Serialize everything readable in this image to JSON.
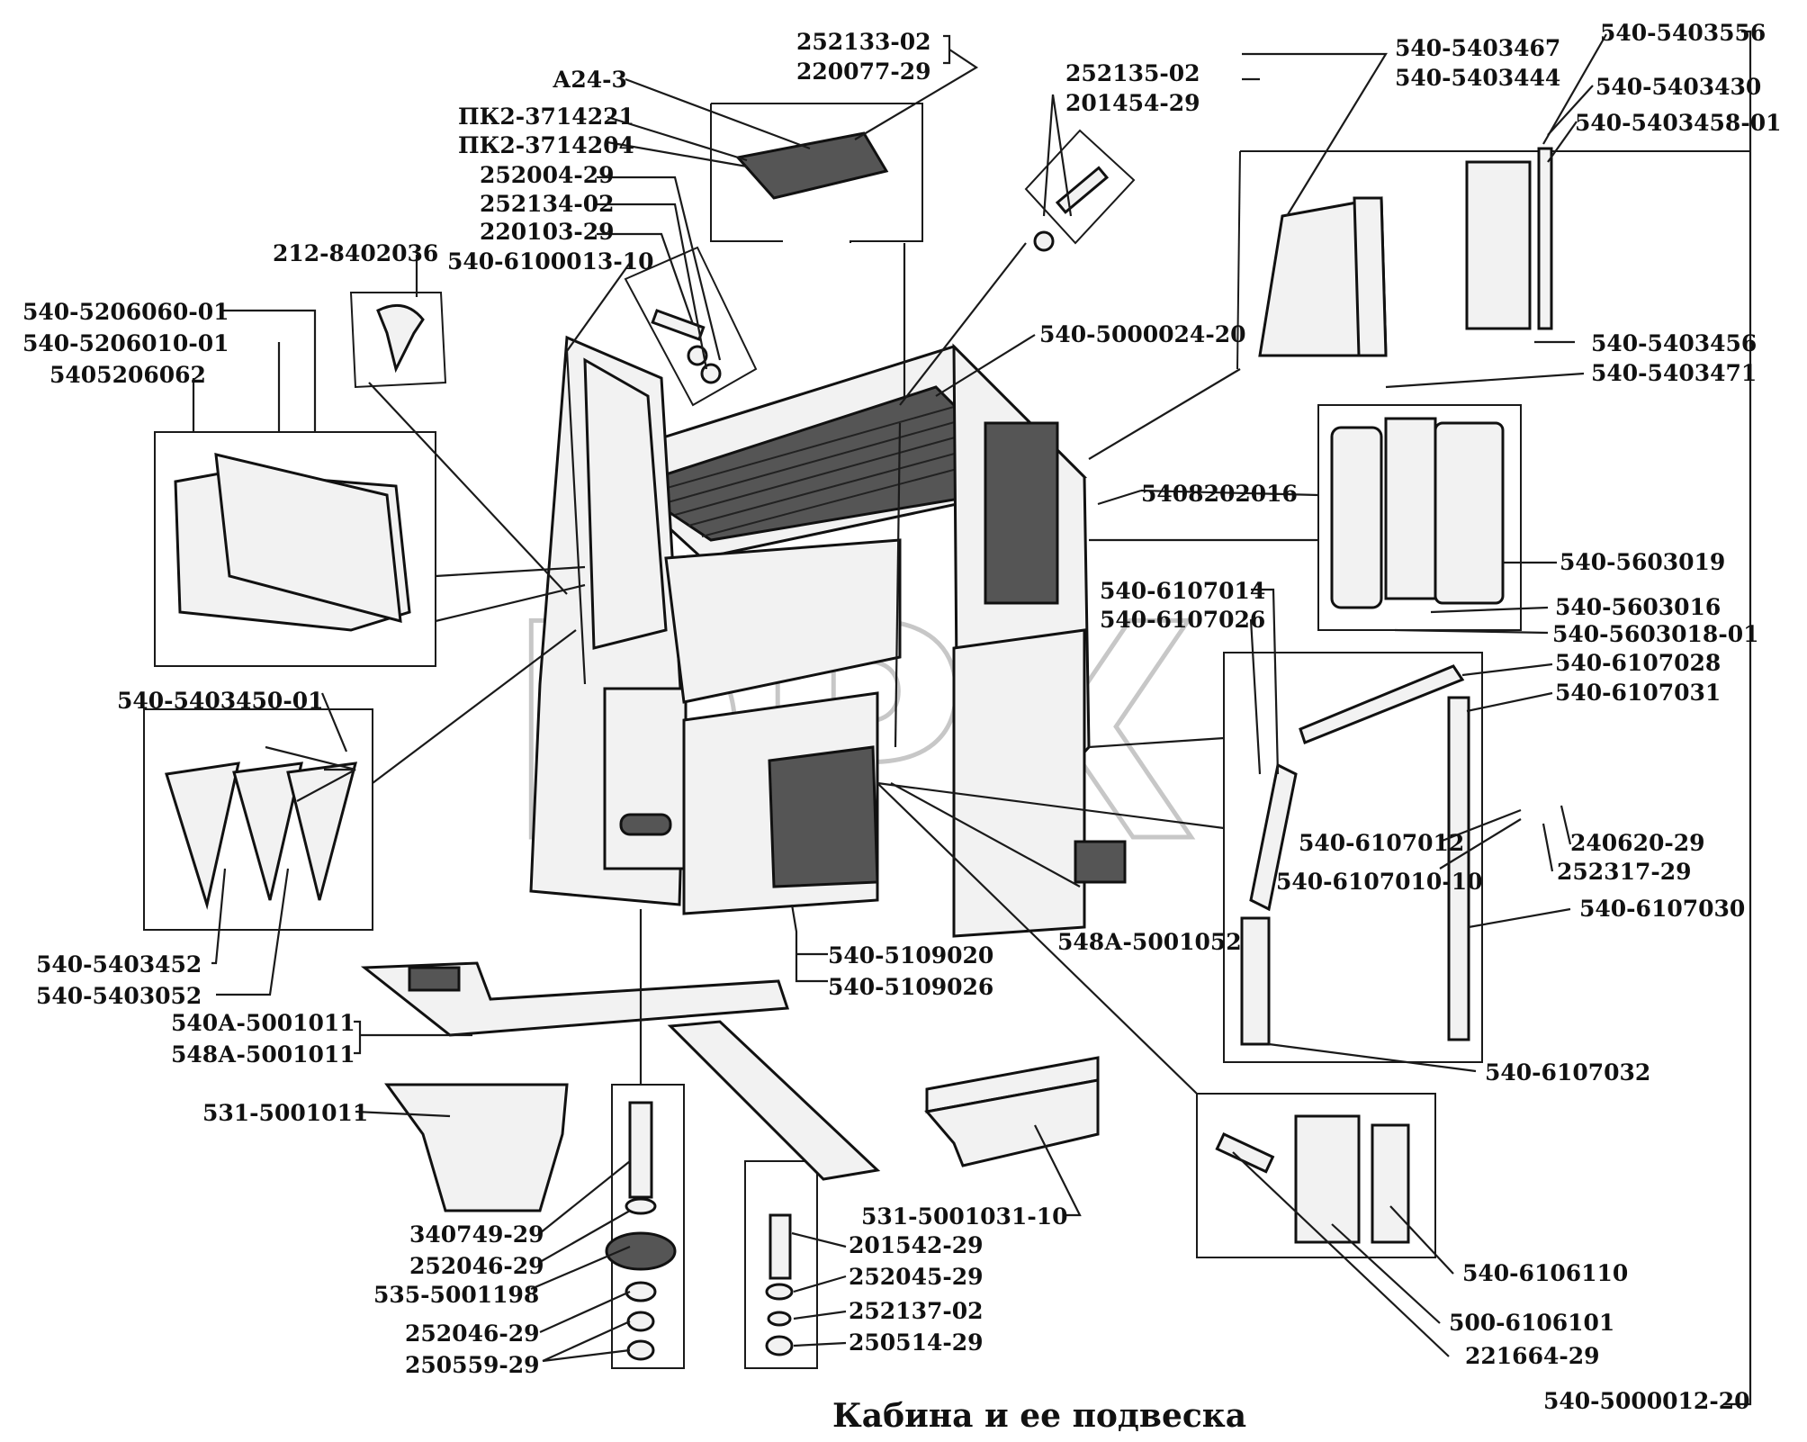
{
  "title": "Кабина и ее подвеска",
  "watermark": "DPX",
  "labels": {
    "p252133_02": "252133-02",
    "p220077_29": "220077-29",
    "pA24_3": "А24-3",
    "pPK2_3714221": "ПК2-3714221",
    "pPK2_3714204": "ПК2-3714204",
    "p252004_29": "252004-29",
    "p252134_02": "252134-02",
    "p220103_29": "220103-29",
    "p540_6100013_10": "540-6100013-10",
    "p212_8402036": "212-8402036",
    "p252135_02": "252135-02",
    "p201454_29": "201454-29",
    "p540_5000024_20": "540-5000024-20",
    "p540_5206060_01": "540-5206060-01",
    "p540_5206010_01": "540-5206010-01",
    "p5405206062": "5405206062",
    "p540_5403467": "540-5403467",
    "p540_5403444": "540-5403444",
    "p540_5403556": "540-5403556",
    "p540_5403430": "540-5403430",
    "p540_5403458_01": "540-5403458-01",
    "p540_5403456": "540-5403456",
    "p540_5403471": "540-5403471",
    "p5408202016": "5408202016",
    "p540_5603019": "540-5603019",
    "p540_6107014": "540-6107014",
    "p540_6107026": "540-6107026",
    "p540_5603016": "540-5603016",
    "p540_5603018_01": "540-5603018-01",
    "p540_6107028": "540-6107028",
    "p540_6107031": "540-6107031",
    "p540_5403450_01": "540-5403450-01",
    "p540_6107012": "540-6107012",
    "p540_6107010_10": "540-6107010-10",
    "p240620_29": "240620-29",
    "p252317_29": "252317-29",
    "p540_6107030": "540-6107030",
    "p548A_5001052": "548А-5001052",
    "p540_5403452": "540-5403452",
    "p540_5403052": "540-5403052",
    "p540_5109020": "540-5109020",
    "p540_5109026": "540-5109026",
    "p540A_5001011": "540А-5001011",
    "p548A_5001011": "548А-5001011",
    "p540_6107032": "540-6107032",
    "p531_5001011": "531-5001011",
    "p531_5001031_10": "531-5001031-10",
    "p340749_29": "340749-29",
    "p201542_29": "201542-29",
    "p252046_29a": "252046-29",
    "p252045_29": "252045-29",
    "p540_6106110": "540-6106110",
    "p535_5001198": "535-5001198",
    "p252137_02": "252137-02",
    "p500_6106101": "500-6106101",
    "p252046_29b": "252046-29",
    "p250514_29": "250514-29",
    "p221664_29": "221664-29",
    "p250559_29": "250559-29",
    "p540_5000012_20": "540-5000012-20"
  }
}
